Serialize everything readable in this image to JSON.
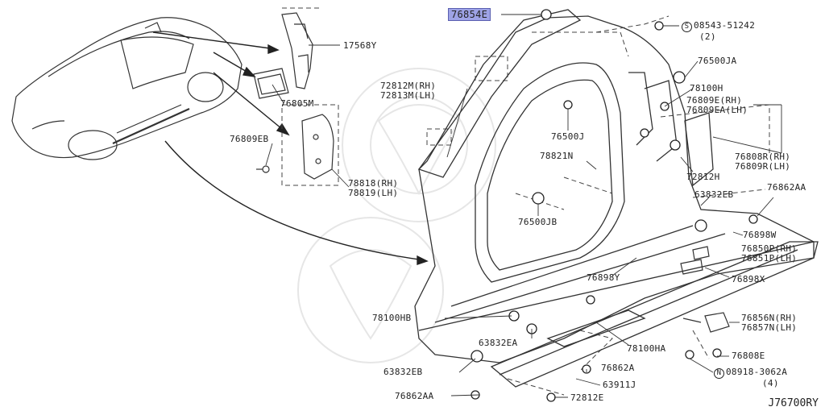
{
  "labels": {
    "p76854E": "76854E",
    "p17568Y": "17568Y",
    "p76805M": "76805M",
    "p76809EB": "76809EB",
    "p78818": [
      "78818(RH)",
      "78819(LH)"
    ],
    "p08543": {
      "symbol": "S",
      "text": "08543-51242",
      "qty": "(2)"
    },
    "p76500JA": "76500JA",
    "p78100H": "78100H",
    "p76809E": [
      "76809E(RH)",
      "76809EA(LH)"
    ],
    "p72812M": [
      "72812M(RH)",
      "72813M(LH)"
    ],
    "p76500J": "76500J",
    "p78821N": "78821N",
    "p76808R": [
      "76808R(RH)",
      "76809R(LH)"
    ],
    "p72812H": "72812H",
    "p76500JB": "76500JB",
    "p63832EB_top": "63832EB",
    "p76862AA_top": "76862AA",
    "p76898W": "76898W",
    "p76850P": [
      "76850P(RH)",
      "76851P(LH)"
    ],
    "p76898Y": "76898Y",
    "p76898X": "76898X",
    "p78100HB": "78100HB",
    "p63832EA": "63832EA",
    "p78100HA": "78100HA",
    "p76856N": [
      "76856N(RH)",
      "76857N(LH)"
    ],
    "p63832EB_bot": "63832EB",
    "p76862A": "76862A",
    "p76808E": "76808E",
    "p63911J": "63911J",
    "p08918": {
      "symbol": "N",
      "text": "08918-3062A",
      "qty": "(4)"
    },
    "p76862AA_bot": "76862AA",
    "p72812E": "72812E"
  },
  "reference": "J76700RY",
  "colors": {
    "highlight": "#9ea3e6",
    "line": "#333333",
    "watermark": "#e4e4e4"
  }
}
